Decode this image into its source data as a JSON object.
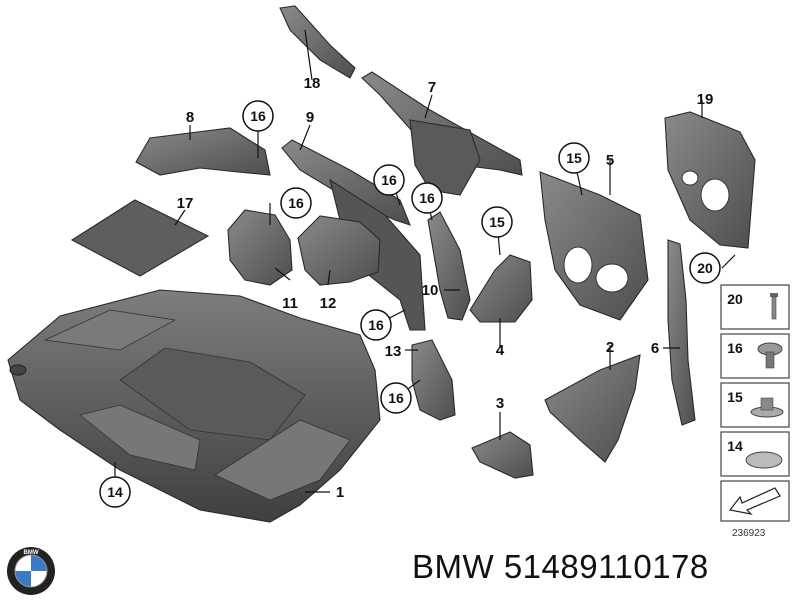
{
  "callouts": {
    "p1": "1",
    "p2": "2",
    "p3": "3",
    "p4": "4",
    "p5": "5",
    "p6": "6",
    "p7": "7",
    "p8": "8",
    "p9": "9",
    "p10": "10",
    "p11": "11",
    "p12": "12",
    "p13": "13",
    "p14": "14",
    "p15": "15",
    "p16": "16",
    "p17": "17",
    "p18": "18",
    "p19": "19",
    "p20": "20"
  },
  "legend": {
    "items": [
      "20",
      "16",
      "15",
      "14"
    ]
  },
  "drawing_number": "236923",
  "caption": "BMW 51489110178",
  "logo_text": "BMW",
  "colors": {
    "part_fill": "#6b6b6b",
    "part_dark": "#4a4a4a",
    "background": "#ffffff"
  }
}
